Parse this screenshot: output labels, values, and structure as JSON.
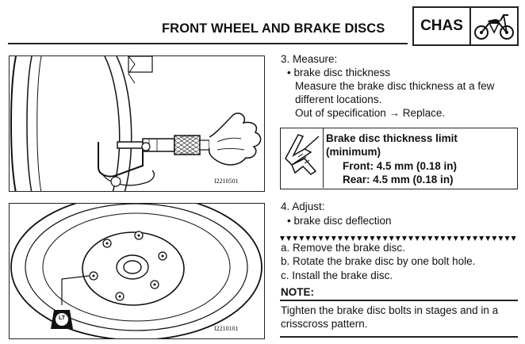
{
  "header": {
    "title": "FRONT WHEEL AND BRAKE DISCS",
    "section_label": "CHAS",
    "section_icon": "motorcycle-icon"
  },
  "figures": {
    "top_code": "I2210501",
    "bottom_code": "I2210101",
    "bottom_badge": "LT"
  },
  "step3": {
    "heading": "3. Measure:",
    "bullet": "• brake disc thickness",
    "lines": [
      "Measure the brake disc thickness at a few",
      "different locations.",
      "Out of specification → Replace."
    ]
  },
  "spec": {
    "title_line1": "Brake disc thickness limit",
    "title_line2": "(minimum)",
    "front": "Front: 4.5 mm (0.18 in)",
    "rear": "Rear: 4.5 mm (0.18 in)",
    "icon": "caliper-icon"
  },
  "step4": {
    "heading": "4. Adjust:",
    "bullet": "• brake disc deflection",
    "substeps": [
      "a. Remove the brake disc.",
      "b. Rotate the brake disc by one bolt hole.",
      "c. Install the brake disc."
    ]
  },
  "note": {
    "label": "NOTE:",
    "line1": "Tighten the brake disc bolts in stages and in a",
    "line2": "crisscross pattern."
  }
}
